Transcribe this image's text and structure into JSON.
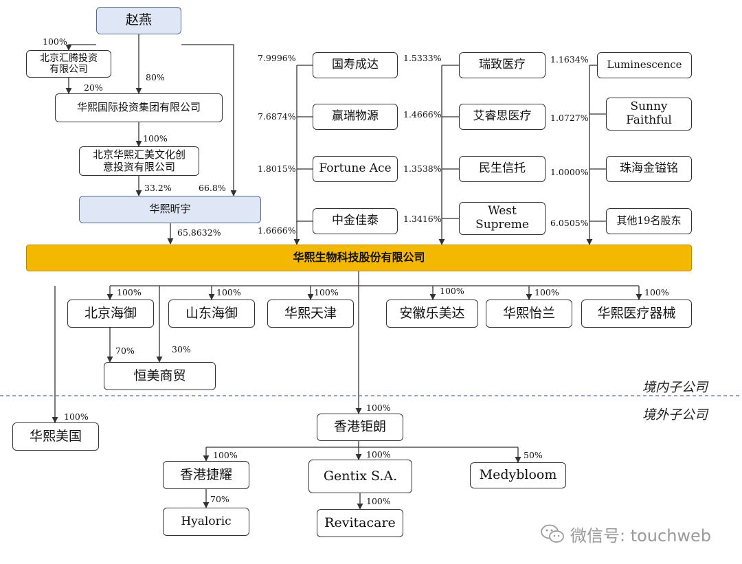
{
  "nodes": {
    "zhao_yan": "赵燕",
    "beijing_huiteng": "北京汇腾投资\n有限公司",
    "huaxi_intl": "华熙国际投资集团有限公司",
    "beijing_huaxi_huimei": "北京华熙汇美文化创\n意投资有限公司",
    "huaxi_xinyu": "华熙昕宇",
    "guoshou": "国寿成达",
    "yingrui": "赢瑞物源",
    "fortune_ace": "Fortune Ace",
    "zhongjin": "中金佳泰",
    "ruizhi": "瑞致医疗",
    "airuisi": "艾睿思医疗",
    "minsheng": "民生信托",
    "west_supreme": "West\nSupreme",
    "luminescence": "Luminescence",
    "sunny_faithful": "Sunny\nFaithful",
    "zhuhai": "珠海金镒铭",
    "others19": "其他19名股东",
    "main_company": "华熙生物科技股份有限公司",
    "beijing_haiyu": "北京海御",
    "shandong_haiyu": "山东海御",
    "huaxi_tianjin": "华熙天津",
    "anhui_lemeida": "安徽乐美达",
    "huaxi_yilan": "华熙怡兰",
    "huaxi_medical": "华熙医疗器械",
    "hengmei": "恒美商贸",
    "huaxi_usa": "华熙美国",
    "hk_julang": "香港钜朗",
    "hk_jieyao": "香港捷耀",
    "gentix": "Gentix S.A.",
    "medybloom": "Medybloom",
    "hyaloric": "Hyaloric",
    "revitacare": "Revitacare"
  },
  "percentages": {
    "zhao_to_huiteng": "100%",
    "huiteng_to_intl": "20%",
    "zhao_to_intl": "80%",
    "intl_to_huimei": "100%",
    "huimei_to_xinyu": "33.2%",
    "zhao_to_xinyu": "66.8%",
    "xinyu_to_main": "65.8632%",
    "guoshou": "7.9996%",
    "yingrui": "7.6874%",
    "fortune_ace": "1.8015%",
    "zhongjin": "1.6666%",
    "ruizhi": "1.5333%",
    "airuisi": "1.4666%",
    "minsheng": "1.3538%",
    "west_supreme": "1.3416%",
    "luminescence": "1.1634%",
    "sunny_faithful": "1.0727%",
    "zhuhai": "1.0000%",
    "others19": "6.0505%",
    "beijing_haiyu": "100%",
    "shandong_haiyu": "100%",
    "huaxi_tianjin": "100%",
    "anhui_lemeida": "100%",
    "huaxi_yilan": "100%",
    "huaxi_medical": "100%",
    "haiyu_to_hengmei": "70%",
    "main_to_hengmei": "30%",
    "huaxi_usa": "100%",
    "hk_julang": "100%",
    "hk_jieyao": "100%",
    "gentix": "100%",
    "medybloom": "50%",
    "hyaloric": "70%",
    "revitacare": "100%"
  },
  "regions": {
    "domestic": "境内子公司",
    "overseas": "境外子公司"
  },
  "watermark": {
    "text": "微信号: touchweb"
  },
  "colors": {
    "owner_fill": "#dfe6f5",
    "main_fill": "#f5b800",
    "line": "#333333",
    "divider": "#4a6fa5",
    "watermark": "#9a9a9a"
  }
}
